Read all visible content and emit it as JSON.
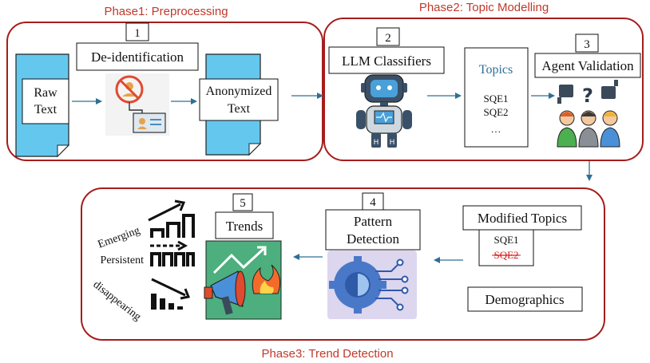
{
  "phases": {
    "phase1": {
      "title": "Phase1: Preprocessing"
    },
    "phase2": {
      "title": "Phase2: Topic Modelling"
    },
    "phase3": {
      "title": "Phase3: Trend Detection"
    }
  },
  "steps": {
    "s1": {
      "number": "1",
      "label": "De-identification"
    },
    "s2": {
      "number": "2",
      "label": "LLM Classifiers"
    },
    "s3": {
      "number": "3",
      "label": "Agent Validation"
    },
    "s4": {
      "number": "4",
      "label_line1": "Pattern",
      "label_line2": "Detection"
    },
    "s5": {
      "number": "5",
      "label": "Trends"
    }
  },
  "documents": {
    "raw_line1": "Raw",
    "raw_line2": "Text",
    "anon_line1": "Anonymized",
    "anon_line2": "Text"
  },
  "topics": {
    "title": "Topics",
    "items": [
      "SQE1",
      "SQE2",
      "…"
    ]
  },
  "modified_topics": {
    "title": "Modified Topics",
    "items": [
      "SQE1",
      "SQE2"
    ],
    "removed_color": "#d62020"
  },
  "demographics": {
    "label": "Demographics"
  },
  "trend_types": {
    "emerging": "Emerging",
    "persistent": "Persistent",
    "disappearing": "disappearing"
  },
  "colors": {
    "phase_border": "#a61c1c",
    "phase_title": "#c0392b",
    "arrow": "#2e6f95",
    "topics_title": "#2e6f95",
    "document_fill": "#64c8ee"
  },
  "icons": {
    "deid": "no-person-id-card-icon",
    "robot": "robot-icon",
    "validation": "people-thumbs-question-icon",
    "pattern": "gear-circuit-icon",
    "trends": "megaphone-fire-chart-icon",
    "emerging": "bar-chart-up-icon",
    "persistent": "bar-chart-flat-icon",
    "disappearing": "bar-chart-down-icon"
  }
}
